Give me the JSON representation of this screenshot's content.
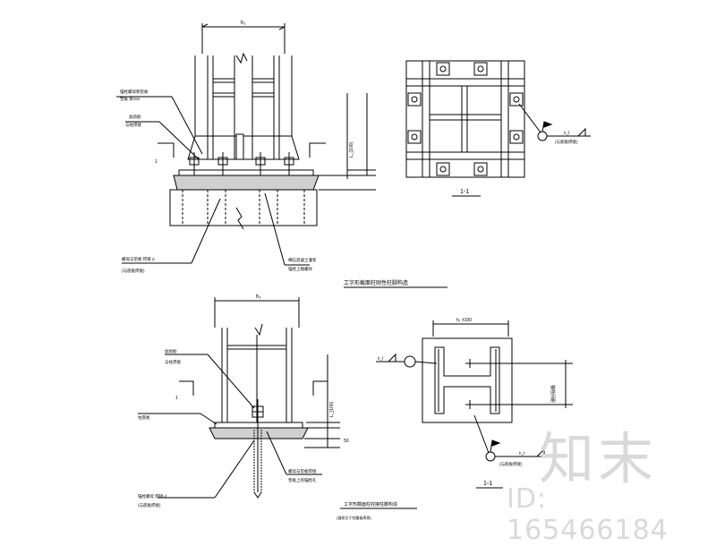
{
  "drawing": {
    "colors": {
      "line": "#000000",
      "hatch": "#7a7a7a",
      "watermark": "#d9d9d9"
    },
    "top_elevation": {
      "dim_top": "h₁",
      "dim_right": "L_{100}",
      "label_1": "锚栓螺母和垫板",
      "label_1b": "垫板 厚mm",
      "label_2": "加劲肋",
      "label_2b": "与柱焊接",
      "label_3": "螺母与垫板 焊接  d",
      "label_3b": "(与底板焊接)",
      "label_4": "细石混凝土灌浆",
      "label_4b": "锚栓上端螺纹",
      "section_mark": "1"
    },
    "top_plan": {
      "section_label": "1-1",
      "weld_note": "(与底板焊接)",
      "weld_size": "h_f"
    },
    "title_top": "工字形截面柱刚性柱脚构造",
    "bottom_elevation": {
      "dim_top": "h₁",
      "label_1": "加劲肋",
      "label_1b": "与柱焊接",
      "label_2": "柱底板",
      "label_3": "螺母与垫板焊接",
      "label_3b": "垫板上的锚栓孔",
      "label_4": "锚栓螺母 焊接  d",
      "label_4b": "(与底板焊接)",
      "dim_right": "L_{100}",
      "dim_50": "50",
      "section_mark": "1"
    },
    "bottom_plan": {
      "dim_top": "h₁ ±100",
      "weld_size": "h_f",
      "dim_side": "锚栓间距",
      "weld_note": "(与底板焊接)",
      "section_label": "1-1"
    },
    "title_bottom": "工字形截面柱铰接柱脚构造",
    "subtitle_bottom": "(锚栓位于柱腹板两侧)"
  },
  "watermark": {
    "logo": "知末",
    "id": "ID: 165466184"
  }
}
